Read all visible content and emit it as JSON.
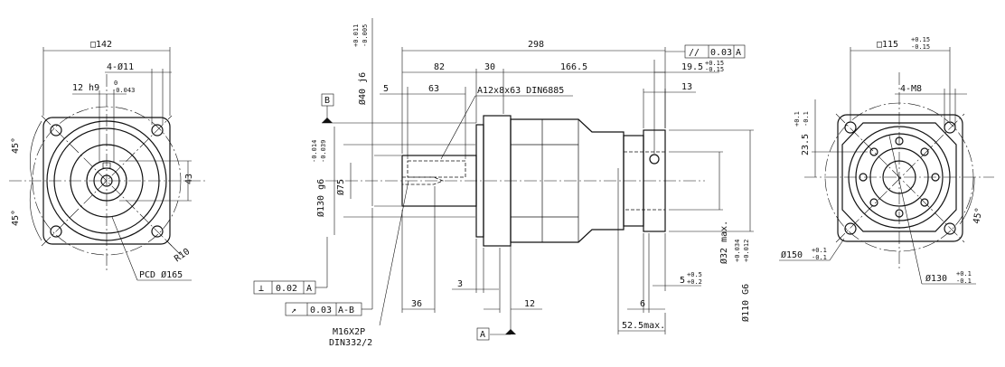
{
  "left_view": {
    "square": "□142",
    "holes": "4-Ø11",
    "key_tol_main": "12 h9",
    "key_tol_upper": "0",
    "key_tol_lower": "-0.043",
    "angle_top": "45°",
    "angle_bottom": "45°",
    "height": "43",
    "radius": "R10",
    "pcd": "PCD Ø165"
  },
  "side_view": {
    "overall_length": "298",
    "len_82": "82",
    "len_30": "30",
    "len_166": "166.5",
    "len_63": "63",
    "len_5": "5",
    "len_13": "13",
    "len_19_main": "19.5",
    "len_19_upper": "+0.15",
    "len_19_lower": "-0.15",
    "parallel_symbol": "//",
    "parallel_value": "0.03",
    "parallel_ref": "A",
    "datum_b": "B",
    "datum_a": "A",
    "key_label": "A12x8x63 DIN6885",
    "shaft_dia_main": "Ø40 j6",
    "shaft_dia_upper": "+0.011",
    "shaft_dia_lower": "-0.005",
    "pilot_dia_main": "Ø130 g6",
    "pilot_dia_upper": "-0.014",
    "pilot_dia_lower": "-0.039",
    "dia_75": "Ø75",
    "dia_32": "Ø32 max.",
    "dia_110_main": "Ø110 G6",
    "dia_110_upper": "+0.034",
    "dia_110_lower": "+0.012",
    "perp_symbol": "⊥",
    "perp_value": "0.02",
    "perp_ref": "A",
    "runout_symbol": "↗",
    "runout_value": "0.03",
    "runout_ref": "A-B",
    "thread_line1": "M16X2P",
    "thread_line2": "DIN332/2",
    "len_36": "36",
    "len_3": "3",
    "len_12": "12",
    "len_6": "6",
    "len_52": "52.5max.",
    "len_5b_main": "5",
    "len_5b_upper": "+0.5",
    "len_5b_lower": "+0.2"
  },
  "right_view": {
    "square_main": "□115",
    "square_upper": "+0.15",
    "square_lower": "-0.15",
    "thread": "4-M8",
    "height_main": "23.5",
    "height_upper": "+0.1",
    "height_lower": "-0.1",
    "angle": "45°",
    "dia_150_main": "Ø150",
    "dia_150_upper": "+0.1",
    "dia_150_lower": "-0.1",
    "dia_130_main": "Ø130",
    "dia_130_upper": "+0.1",
    "dia_130_lower": "-0.1"
  }
}
